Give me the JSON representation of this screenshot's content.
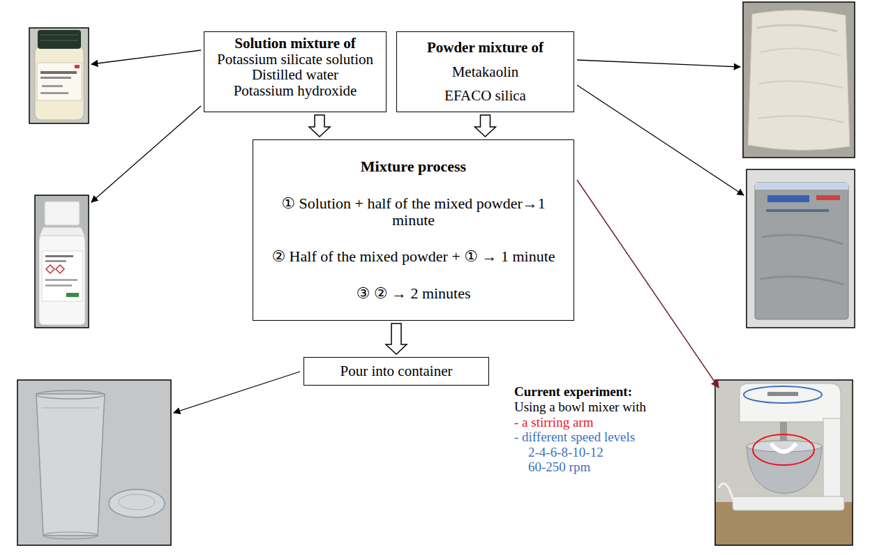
{
  "diagram": {
    "nodes": [
      {
        "text": [
          "Solution mixture of",
          "Potassium silicate solution",
          "Distilled water",
          "Potassium hydroxide"
        ]
      },
      {
        "text": [
          "Powder mixture of",
          "Metakaolin",
          "EFACO silica"
        ]
      },
      {
        "text": [
          "Mixture process",
          "① Solution + half of the mixed powder→1 minute",
          "② Half of the mixed powder + ① → 1 minute",
          "③ ② → 2 minutes"
        ]
      },
      {
        "text": [
          "Pour into container"
        ]
      }
    ],
    "edges": [
      {
        "from": 0,
        "to": 2,
        "arrow": "to"
      },
      {
        "from": 1,
        "to": 2,
        "arrow": "to"
      },
      {
        "from": 2,
        "to": 3,
        "arrow": "to"
      }
    ],
    "labels": [
      "Current experiment:",
      "Using a bowl mixer with",
      "- a stirring arm",
      "- different speed levels",
      "2-4-6-8-10-12",
      "60-250 rpm"
    ]
  }
}
